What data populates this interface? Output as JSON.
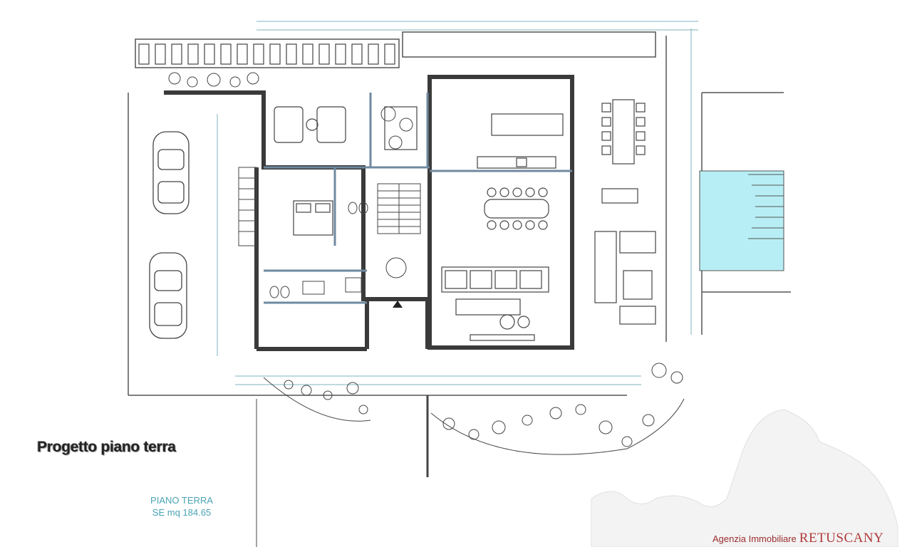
{
  "plan": {
    "caption": "Progetto piano terra",
    "floor_name": "PIANO TERRA",
    "surface": "SE mq 184.65"
  },
  "watermark": {
    "prefix": "Agenzia Immobiliare",
    "brand": "RETUSCANY"
  },
  "colors": {
    "wall": "#3a3a3a",
    "wall_accent": "#6f8aa0",
    "dimension_line": "#7fb3bf",
    "pool": "#b7eef5",
    "label": "#4aa3b5",
    "brand": "#b03a3a"
  }
}
